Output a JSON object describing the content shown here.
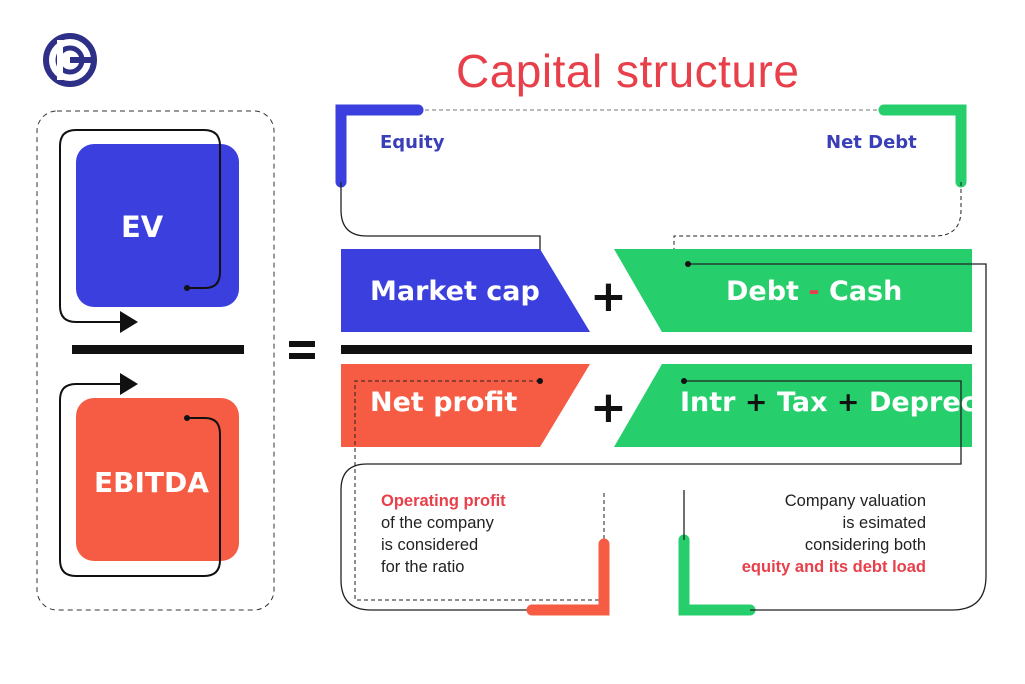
{
  "title": "Capital structure",
  "colors": {
    "blue": "#3a3fdd",
    "green": "#26cf6c",
    "coral": "#f55c43",
    "red_text": "#e8404b",
    "dark": "#111111"
  },
  "left": {
    "ev": "EV",
    "ebitda": "EBITDA",
    "equals": "="
  },
  "capital": {
    "equity": "Equity",
    "net_debt": "Net Debt"
  },
  "numerator": {
    "market_cap": "Market cap",
    "plus": "+",
    "debt": "Debt",
    "minus": "-",
    "cash": "Cash"
  },
  "denominator": {
    "net_profit": "Net profit",
    "plus": "+",
    "intr": "Intr",
    "tax": "Tax",
    "deprec": "Deprec",
    "op1": "+",
    "op2": "+"
  },
  "notes": {
    "left": {
      "highlight": "Operating profit",
      "line2": "of the company",
      "line3": "is considered",
      "line4": "for the ratio"
    },
    "right": {
      "line1": "Company valuation",
      "line2": "is esimated",
      "line3": "considering both",
      "highlight": "equity and its debt load"
    }
  },
  "logo": "logo-mark"
}
